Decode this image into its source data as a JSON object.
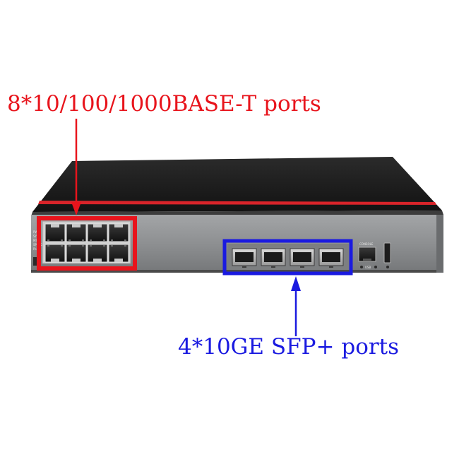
{
  "figure": {
    "callouts": {
      "ge_ports_label": "8*10/100/1000BASE-T ports",
      "sfp_ports_label": "4*10GE SFP+ ports"
    },
    "device": {
      "console_label": "CONSOLE",
      "usb_label": "USB",
      "led_labels": [
        "PWR",
        "SYS",
        "MST",
        "SPEED",
        "PoE"
      ]
    },
    "colors": {
      "ge_callout": "#e8141c",
      "sfp_callout": "#1a1ae0",
      "chassis_top": "#1f1f1f",
      "accent_stripe": "#d8242a",
      "front_panel": "#8e9092"
    }
  }
}
